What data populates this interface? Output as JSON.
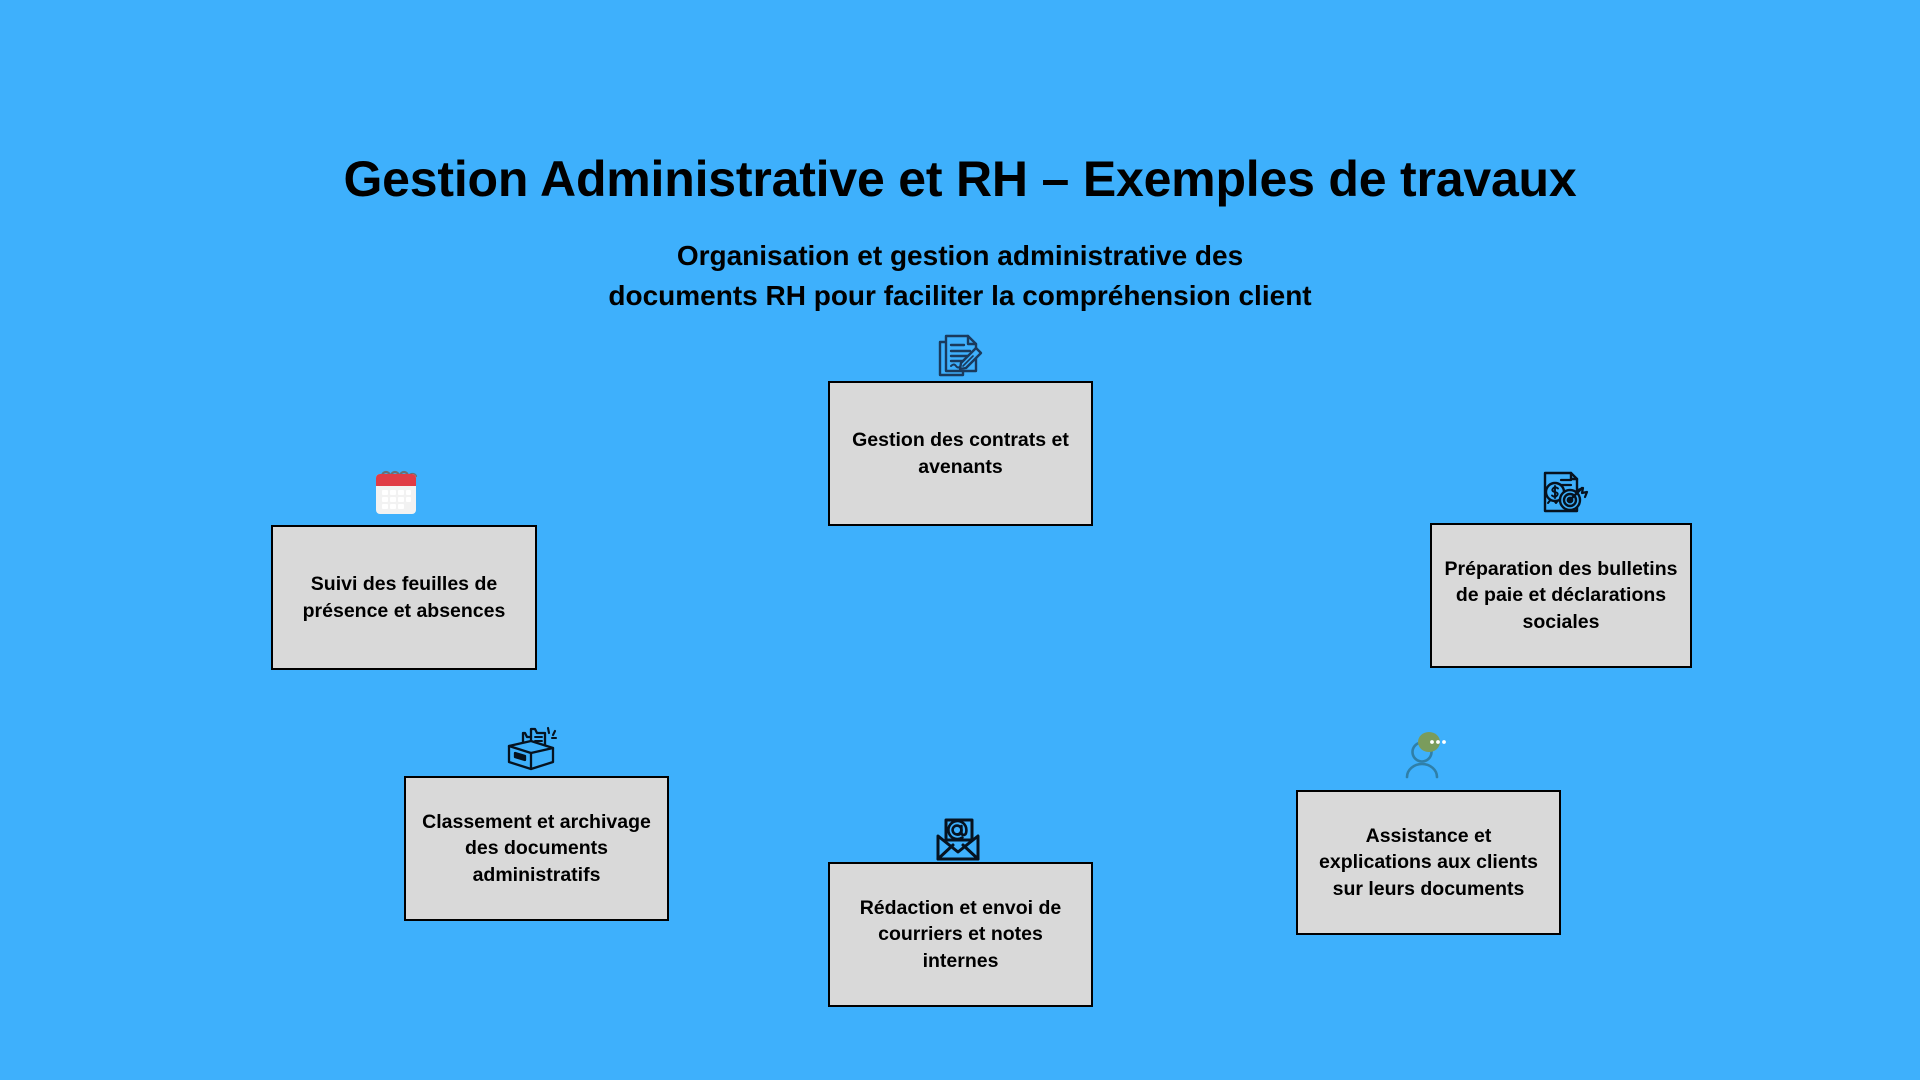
{
  "slide": {
    "background_color": "#3eb0fc",
    "title": "Gestion Administrative et RH – Exemples de travaux",
    "subtitle_line1": "Organisation et gestion administrative des",
    "subtitle_line2": "documents RH pour faciliter la compréhension client",
    "box_fill_color": "#d9d9d9",
    "box_border_color": "#000000",
    "text_color": "#000000"
  },
  "nodes": [
    {
      "id": "contrats",
      "label": "Gestion des contrats et avenants",
      "icon": "contract-document-pencil-icon",
      "icon_color": "#1a3a5c"
    },
    {
      "id": "presence",
      "label": "Suivi des feuilles de présence et absences",
      "icon": "calendar-icon",
      "icon_color": "#e03c46"
    },
    {
      "id": "paie",
      "label": "Préparation des bulletins de paie et déclarations sociales",
      "icon": "payslip-dollar-target-icon",
      "icon_color": "#06121f"
    },
    {
      "id": "archivage",
      "label": "Classement et archivage des documents administratifs",
      "icon": "file-archive-box-icon",
      "icon_color": "#06121f"
    },
    {
      "id": "assistance",
      "label": "Assistance et explications aux clients sur leurs documents",
      "icon": "person-speech-bubble-icon",
      "icon_color": "#2f7fa8",
      "icon_accent_color": "#7a9c5c"
    },
    {
      "id": "courriers",
      "label": "Rédaction et envoi de courriers et notes internes",
      "icon": "email-envelope-at-icon",
      "icon_color": "#06121f"
    }
  ]
}
